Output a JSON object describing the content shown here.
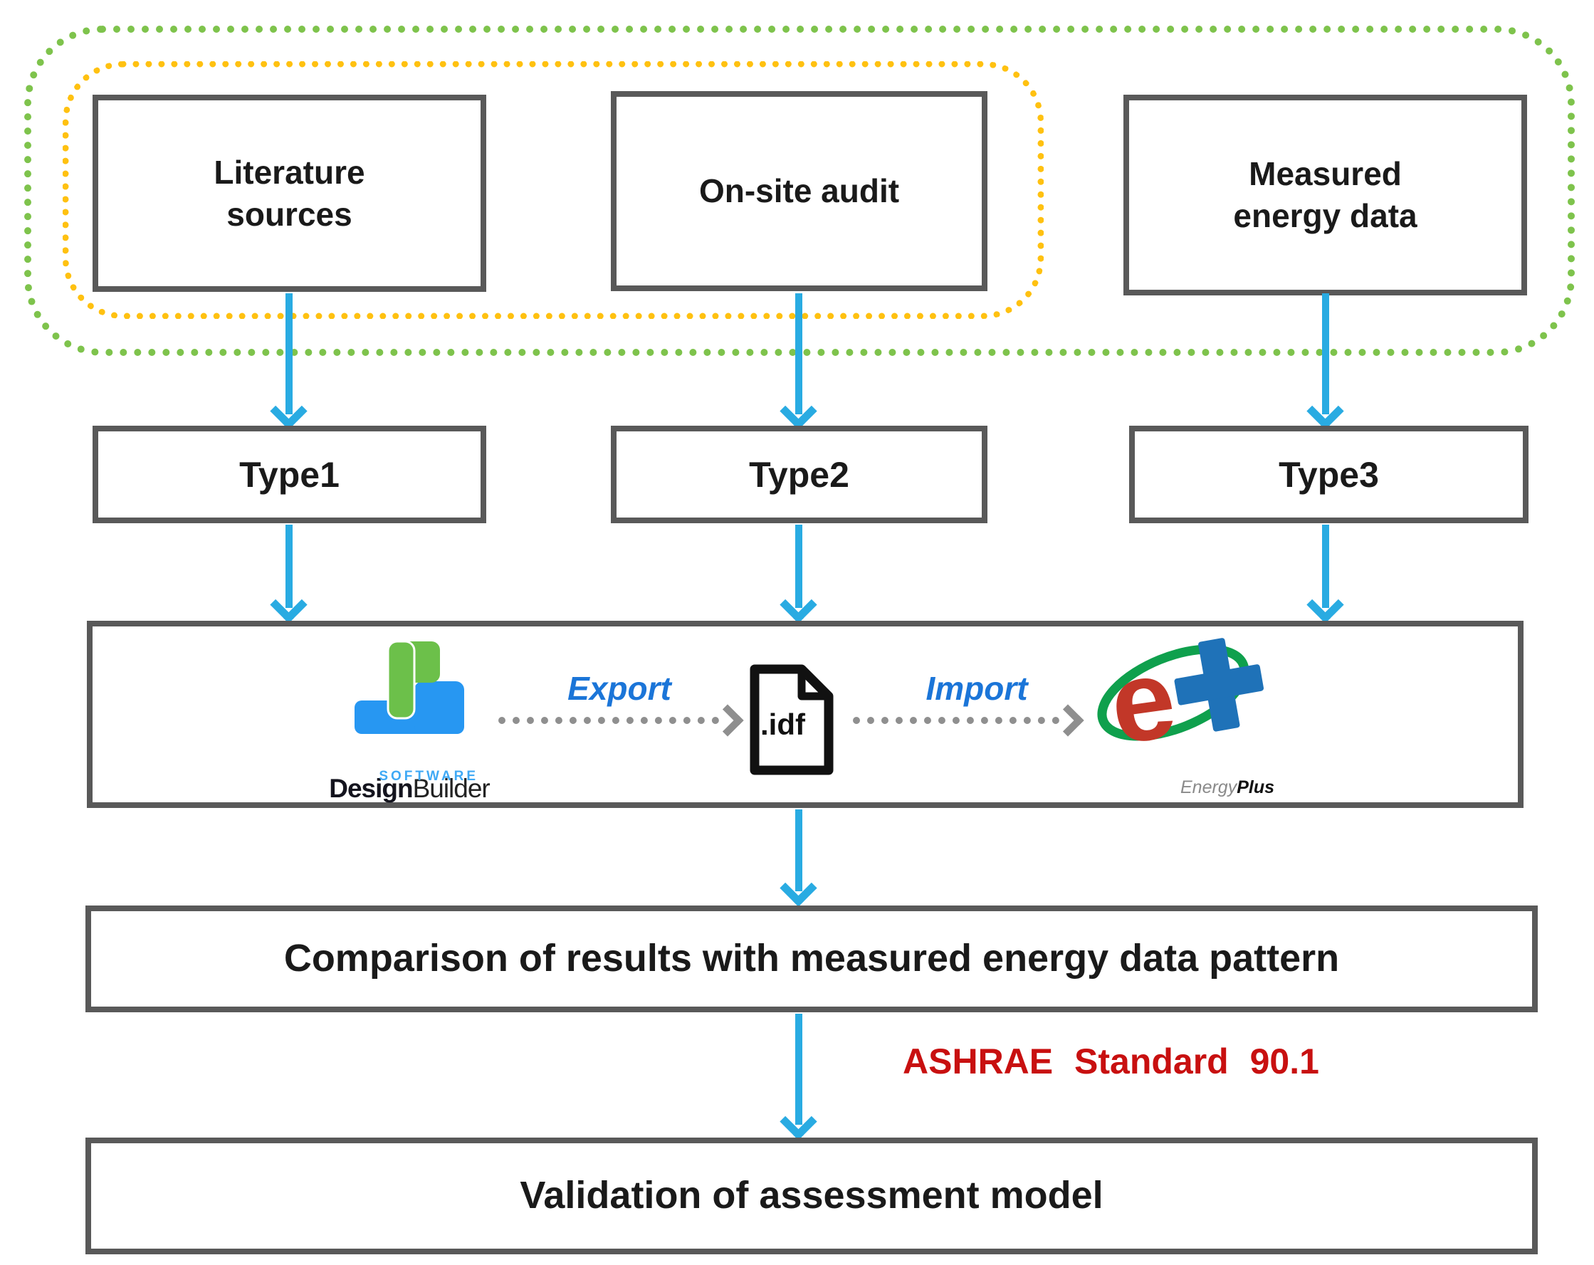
{
  "sources": [
    {
      "label": "Literature\nsources"
    },
    {
      "label": "On-site audit"
    },
    {
      "label": "Measured\nenergy data"
    }
  ],
  "types": [
    {
      "label": "Type1"
    },
    {
      "label": "Type2"
    },
    {
      "label": "Type3"
    }
  ],
  "pipeline": {
    "designbuilder": {
      "brand_bold": "Design",
      "brand_light": "Builder",
      "subtitle": "SOFTWARE"
    },
    "export_label": "Export",
    "idf_label": ".idf",
    "import_label": "Import",
    "energyplus": {
      "brand_italic": "Energy",
      "brand_bold": "Plus"
    }
  },
  "comparison_label": "Comparison of results with measured energy data pattern",
  "ashrae_label": "ASHRAE Standard 90.1",
  "validation_label": "Validation of assessment model",
  "colors": {
    "flow_arrow_cyan": "#29ABE2",
    "outer_group_green": "#7EC34C",
    "inner_group_yellow": "#FFC110",
    "node_border_gray": "#595959",
    "ashrae_red": "#C81010",
    "export_import_blue": "#1B75D8",
    "dotted_arrow_gray": "#8F8F8F",
    "designbuilder_green": "#6CC04A",
    "designbuilder_blue": "#2797F2",
    "energyplus_red": "#C23728",
    "energyplus_green": "#0FA04D",
    "energyplus_blue": "#1F72B8"
  }
}
